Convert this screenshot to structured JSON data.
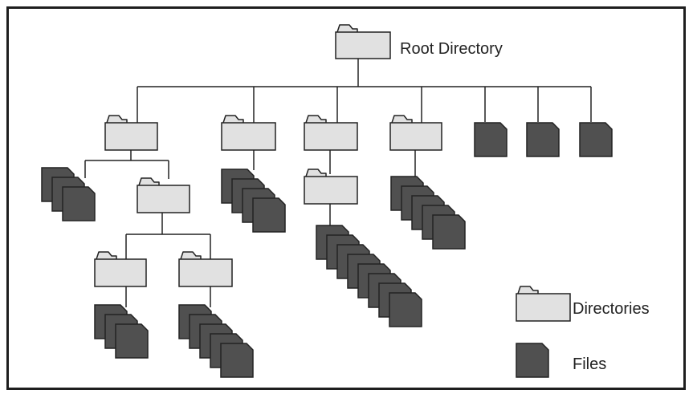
{
  "title": "Root Directory",
  "legend": {
    "directories_label": "Directories",
    "files_label": "Files"
  },
  "colors": {
    "folder_fill": "#e1e1e1",
    "file_fill": "#505050",
    "stroke": "#222222",
    "border": "#1e1e1e",
    "background": "#ffffff"
  },
  "icons": {
    "directory": "folder-icon",
    "file": "file-icon"
  },
  "tree": {
    "root": "Root Directory",
    "root_children": [
      "directory",
      "directory",
      "directory",
      "directory",
      "file",
      "file",
      "file"
    ],
    "directory_1": {
      "files": 3,
      "subdirectories": 1,
      "subdirectory_1": {
        "subdirectories": 2,
        "sub_a_files": 3,
        "sub_b_files": 5
      }
    },
    "directory_2": {
      "files": 4
    },
    "directory_3": {
      "subdirectories": 1,
      "subdirectory_files": 8
    },
    "directory_4": {
      "files": 5
    }
  }
}
